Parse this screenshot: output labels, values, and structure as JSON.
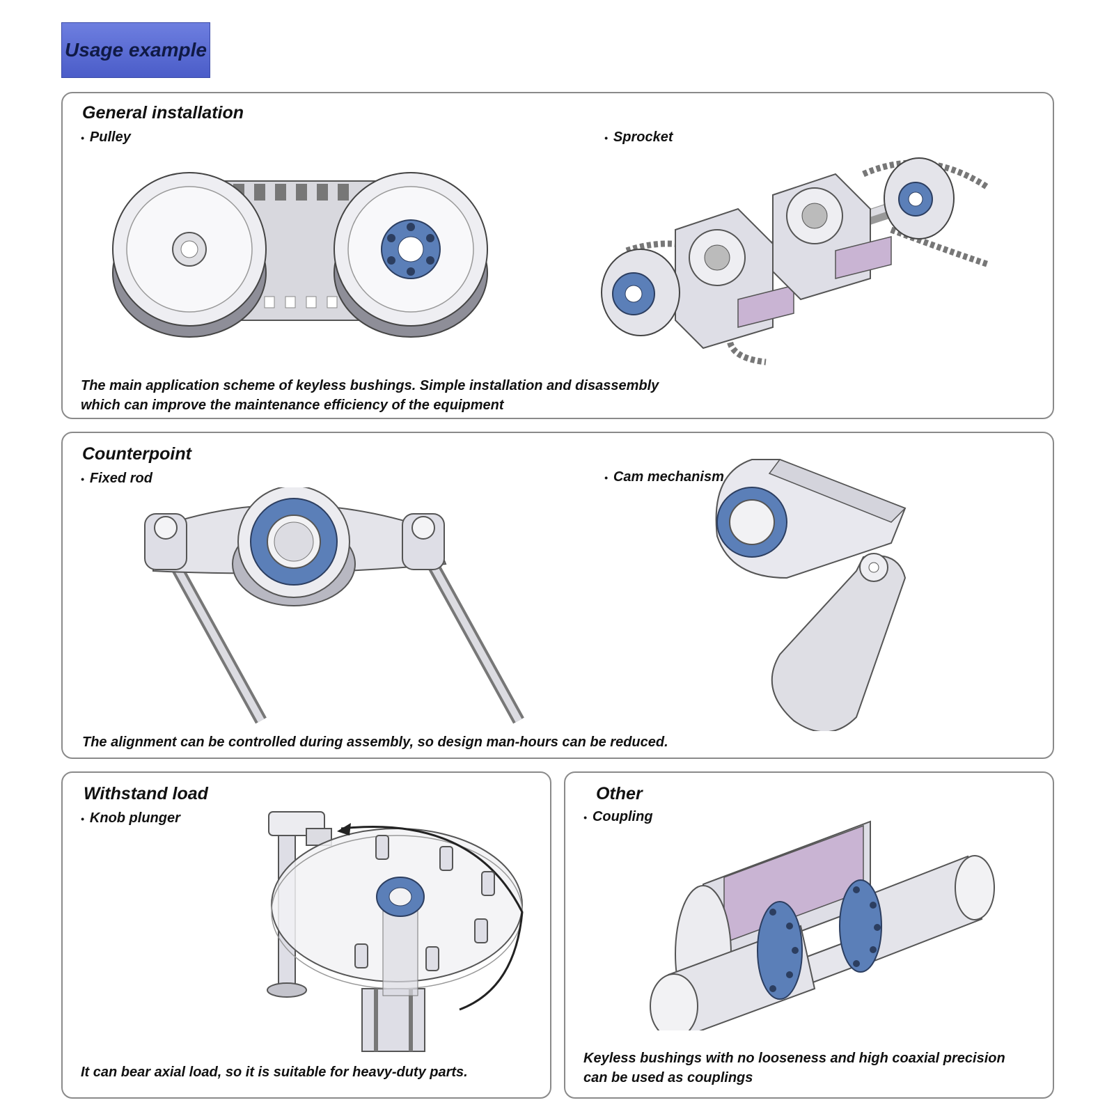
{
  "header": {
    "title": "Usage example"
  },
  "sections": [
    {
      "title": "General installation",
      "items": [
        "Pulley",
        "Sprocket"
      ],
      "caption_lines": [
        "The main application scheme of keyless bushings. Simple installation and disassembly",
        "which can improve the maintenance efficiency of the equipment"
      ]
    },
    {
      "title": "Counterpoint",
      "items": [
        "Fixed rod",
        "Cam mechanism"
      ],
      "caption_lines": [
        "The alignment can be controlled during assembly, so design man-hours can be reduced."
      ]
    },
    {
      "title": "Withstand load",
      "items": [
        "Knob plunger"
      ],
      "caption_lines": [
        "It can bear axial load, so it is suitable for heavy-duty parts."
      ]
    },
    {
      "title": "Other",
      "items": [
        "Coupling"
      ],
      "caption_lines": [
        "Keyless bushings with no looseness and high coaxial precision",
        "can be used as couplings"
      ]
    }
  ],
  "colors": {
    "badge": "#5466d0",
    "bushing_blue": "#5b7fb8",
    "metal_light": "#e4e4ea",
    "metal_mid": "#c4c4cc",
    "metal_dark": "#9a9aa4",
    "bracket_purple": "#c9b4d3"
  },
  "icons": [
    "pulley-illustration",
    "sprocket-illustration",
    "fixed-rod-illustration",
    "cam-mechanism-illustration",
    "knob-plunger-illustration",
    "coupling-illustration"
  ]
}
